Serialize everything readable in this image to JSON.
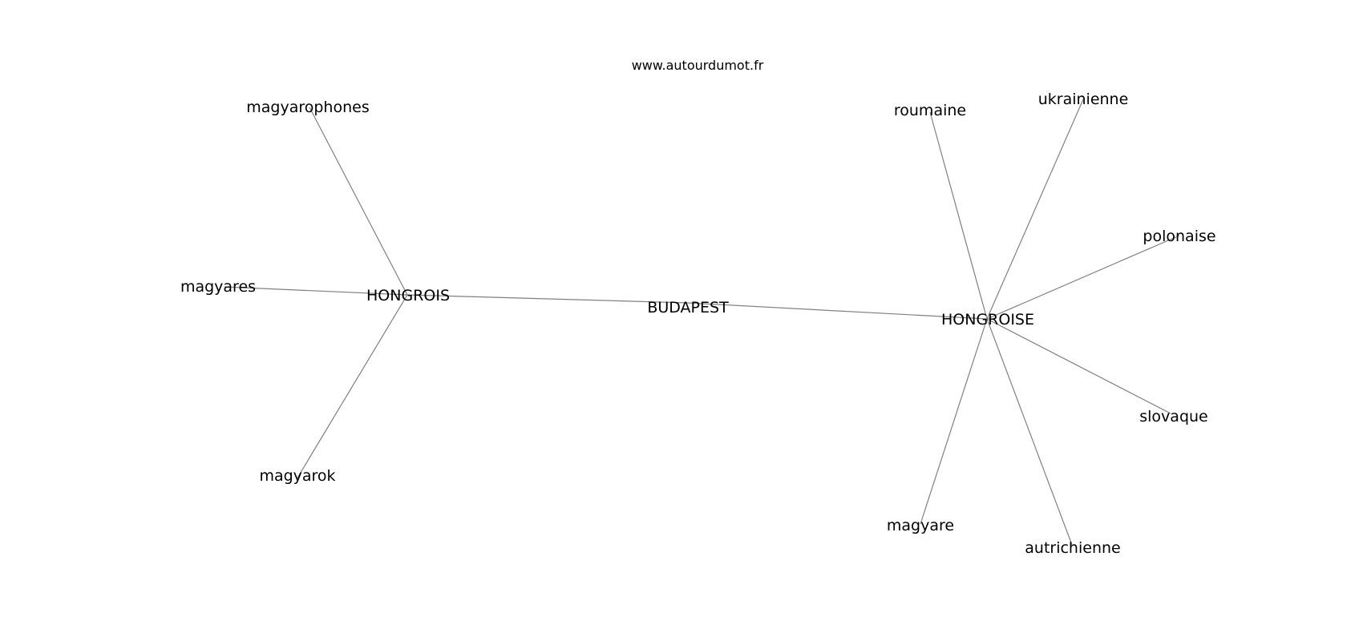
{
  "site": "www.autourdumot.fr",
  "nodes": [
    {
      "id": "budapest",
      "label": "BUDAPEST"
    },
    {
      "id": "hongrois",
      "label": "HONGROIS"
    },
    {
      "id": "hongroise",
      "label": "HONGROISE"
    },
    {
      "id": "magyarophones",
      "label": "magyarophones"
    },
    {
      "id": "magyares",
      "label": "magyares"
    },
    {
      "id": "magyarok",
      "label": "magyarok"
    },
    {
      "id": "roumaine",
      "label": "roumaine"
    },
    {
      "id": "ukrainienne",
      "label": "ukrainienne"
    },
    {
      "id": "polonaise",
      "label": "polonaise"
    },
    {
      "id": "slovaque",
      "label": "slovaque"
    },
    {
      "id": "magyare",
      "label": "magyare"
    },
    {
      "id": "autrichienne",
      "label": "autrichienne"
    }
  ],
  "edges": [
    {
      "from": "budapest",
      "to": "hongrois"
    },
    {
      "from": "budapest",
      "to": "hongroise"
    },
    {
      "from": "hongrois",
      "to": "magyarophones"
    },
    {
      "from": "hongrois",
      "to": "magyares"
    },
    {
      "from": "hongrois",
      "to": "magyarok"
    },
    {
      "from": "hongroise",
      "to": "roumaine"
    },
    {
      "from": "hongroise",
      "to": "ukrainienne"
    },
    {
      "from": "hongroise",
      "to": "polonaise"
    },
    {
      "from": "hongroise",
      "to": "slovaque"
    },
    {
      "from": "hongroise",
      "to": "magyare"
    },
    {
      "from": "hongroise",
      "to": "autrichienne"
    }
  ]
}
